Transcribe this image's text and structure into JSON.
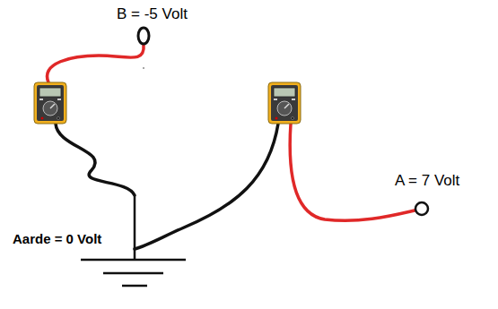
{
  "diagram": {
    "labels": [
      "B = -5 Volt",
      "A = 7 Volt",
      "Aarde = 0 Volt"
    ]
  }
}
